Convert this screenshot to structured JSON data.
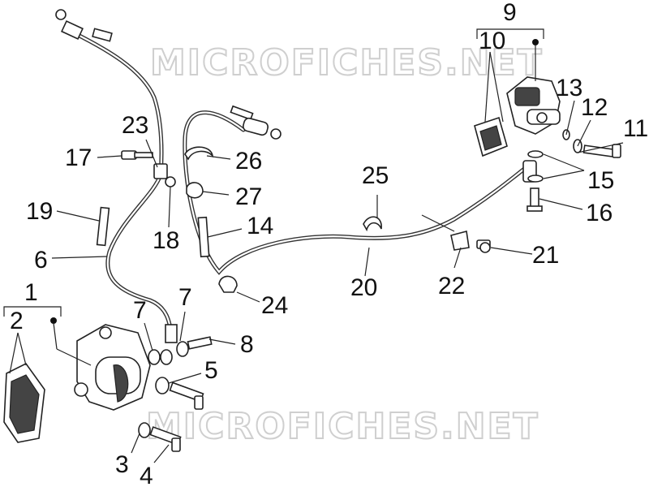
{
  "watermark": "MICROFICHES.NET",
  "callouts": {
    "c1": "1",
    "c2": "2",
    "c3": "3",
    "c4": "4",
    "c5": "5",
    "c6": "6",
    "c7a": "7",
    "c7b": "7",
    "c8": "8",
    "c9": "9",
    "c10": "10",
    "c11": "11",
    "c12": "12",
    "c13": "13",
    "c14": "14",
    "c15": "15",
    "c16": "16",
    "c17": "17",
    "c18": "18",
    "c19": "19",
    "c20": "20",
    "c21": "21",
    "c22": "22",
    "c23": "23",
    "c24": "24",
    "c25": "25",
    "c26": "26",
    "c27": "27"
  },
  "colors": {
    "line": "#222222",
    "watermark": "#cfcfcf",
    "background": "#ffffff"
  }
}
